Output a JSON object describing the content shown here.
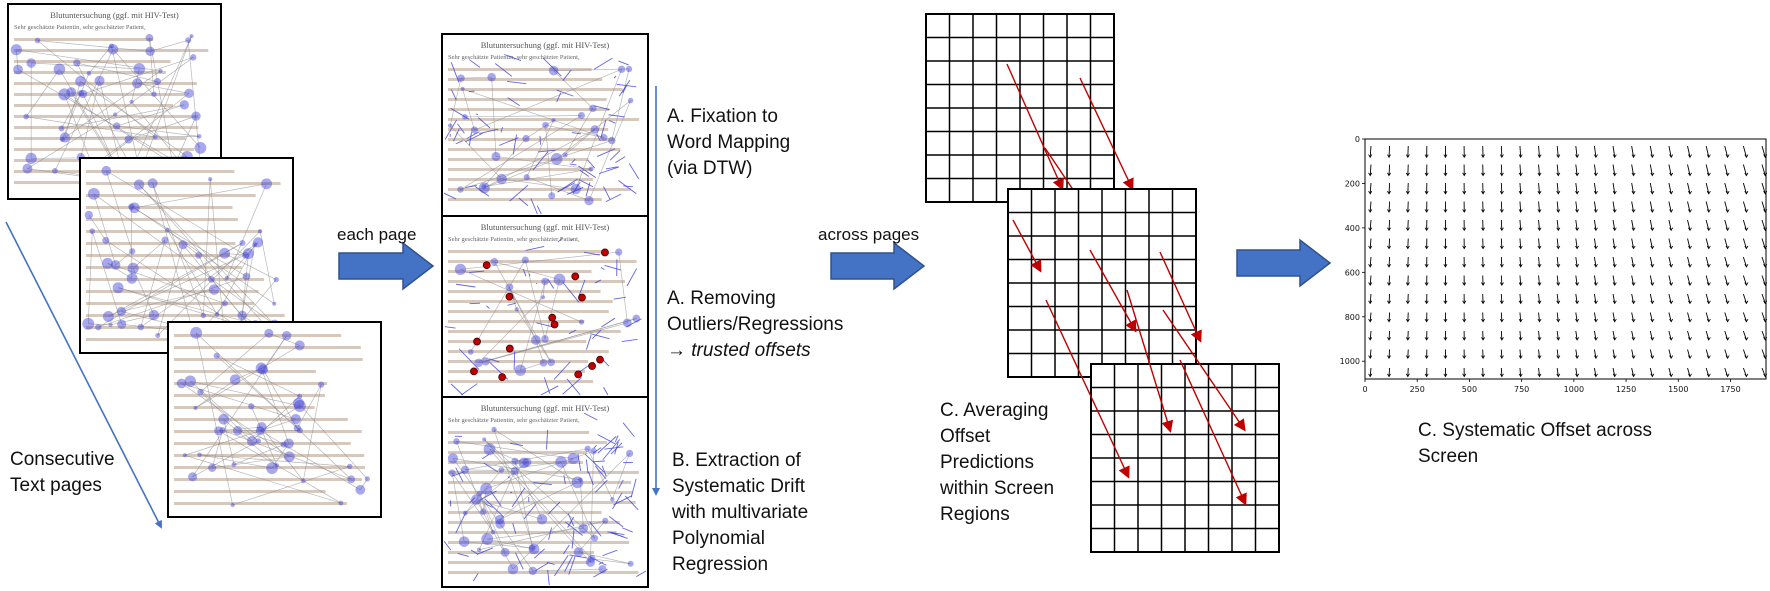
{
  "pages": {
    "header_text": "Blutuntersuchung (ggf. mit HIV-Test)",
    "subheader_text": "Sehr geschätzte Patientin, sehr geschätzter Patient,",
    "label_line1": "Consecutive",
    "label_line2": "Text pages"
  },
  "arrows": {
    "each_page": "each page",
    "across_pages": "across pages"
  },
  "steps": {
    "a1_line1": "A. Fixation to",
    "a1_line2": "Word Mapping",
    "a1_line3": "(via DTW)",
    "a2_line1": "A. Removing",
    "a2_line2": "Outliers/Regressions",
    "a2_arrow": "→",
    "a2_trusted": "trusted offsets",
    "b_line1": "B. Extraction of",
    "b_line2": "Systematic Drift",
    "b_line3": "with multivariate",
    "b_line4": "Polynomial",
    "b_line5": "Regression"
  },
  "averaging": {
    "line1": "C. Averaging",
    "line2": "Offset",
    "line3": "Predictions",
    "line4": "within Screen",
    "line5": "Regions"
  },
  "result": {
    "line1": "C. Systematic Offset across",
    "line2": "Screen"
  },
  "quiver": {
    "x_ticks": [
      "0",
      "250",
      "500",
      "750",
      "1000",
      "1250",
      "1500",
      "1750"
    ],
    "y_ticks": [
      "0",
      "200",
      "400",
      "600",
      "800",
      "1000"
    ]
  },
  "colors": {
    "fixation_blue": "#3b3fd8",
    "arrow_fill": "#4472c4",
    "trusted_red": "#c00000"
  }
}
